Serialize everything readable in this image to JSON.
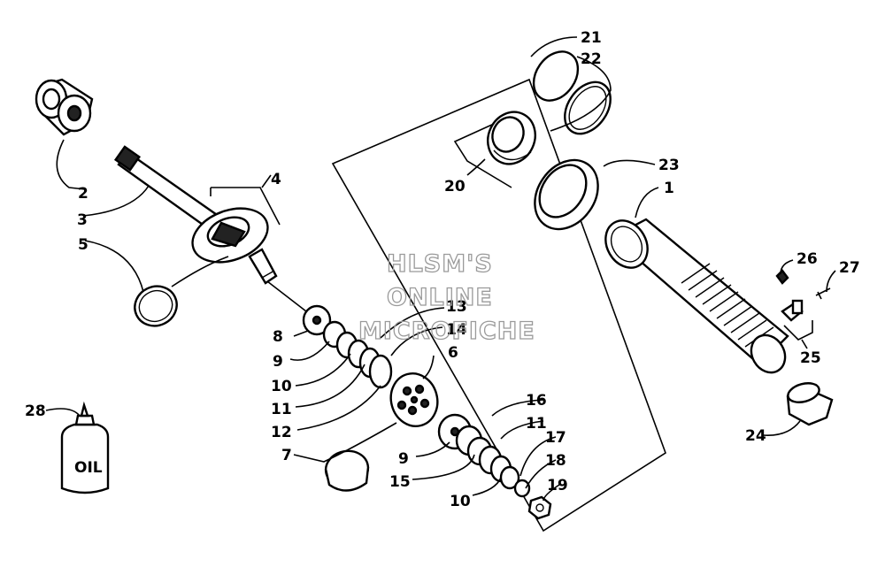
{
  "watermark": {
    "line1": "HLSM'S",
    "line2": "ONLINE",
    "line3": "MICROFICHE"
  },
  "bottle_text": "OIL",
  "labels": {
    "l1": "1",
    "l2": "2",
    "l3": "3",
    "l4": "4",
    "l5": "5",
    "l6": "6",
    "l7": "7",
    "l8": "8",
    "l9a": "9",
    "l9b": "9",
    "l10a": "10",
    "l10b": "10",
    "l11a": "11",
    "l11b": "11",
    "l12": "12",
    "l13": "13",
    "l14": "14",
    "l15": "15",
    "l16": "16",
    "l17": "17",
    "l18": "18",
    "l19": "19",
    "l20": "20",
    "l21": "21",
    "l22": "22",
    "l23": "23",
    "l24": "24",
    "l25": "25",
    "l26": "26",
    "l27": "27",
    "l28": "28"
  }
}
